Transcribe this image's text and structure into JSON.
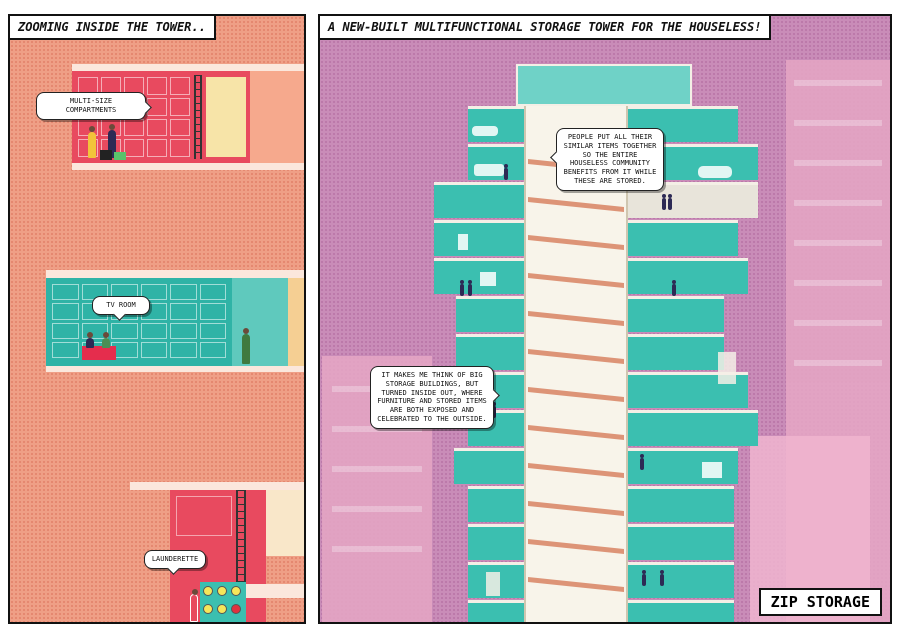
{
  "left_panel": {
    "title": "Zooming inside the tower..",
    "bubbles": {
      "compartments": "Multi-size compartments",
      "tv_room": "TV Room",
      "launderette": "Launderette"
    }
  },
  "right_panel": {
    "title": "A new-built multifunctional storage tower for the houseless!",
    "bubbles": {
      "similar_items": "People put all their similar items together so the entire houseless community benefits from it while these are stored.",
      "inside_out": "It makes me think of big storage buildings, but turned inside out, where furniture and stored items are both exposed and celebrated to the outside."
    },
    "label": "ZIP STORAGE"
  },
  "colors": {
    "left_bg": "#ef9f86",
    "right_bg": "#c98cb8",
    "teal": "#3bbfb0",
    "red_room": "#e84a5f",
    "core": "#efe6d2"
  }
}
